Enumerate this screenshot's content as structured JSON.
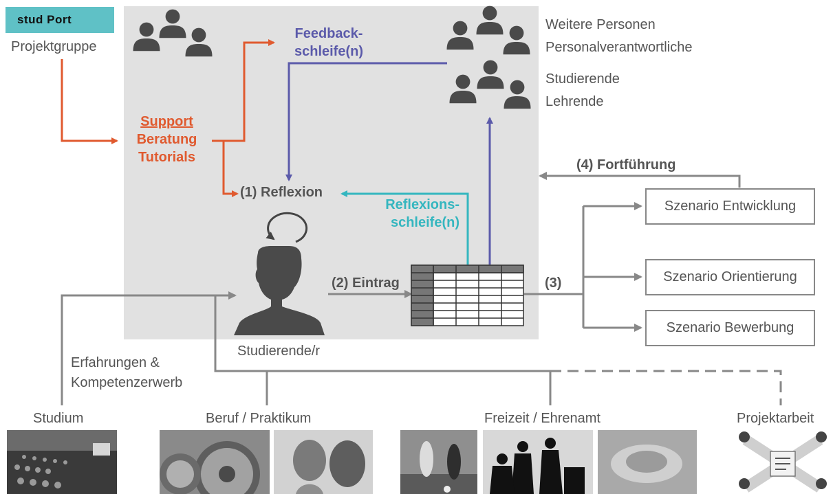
{
  "logo": {
    "text": "stud Port",
    "brand_color": "#5fc1c6"
  },
  "project_group": "Projektgruppe",
  "people_right": {
    "line1": "Weitere Personen",
    "line2": "Personalverantwortliche",
    "line3": "Studierende",
    "line4": "Lehrende"
  },
  "feedback": {
    "line1": "Feedback-",
    "line2": "schleife(n)",
    "color": "#5b5aaa"
  },
  "support": {
    "line1": "Support",
    "line2": "Beratung",
    "line3": "Tutorials",
    "color": "#e05a2f"
  },
  "reflexion": "(1) Reflexion",
  "reflexions_loop": {
    "line1": "Reflexions-",
    "line2": "schleife(n)",
    "color": "#34b6bf"
  },
  "entry": "(2) Eintrag",
  "step3": "(3)",
  "continuation": "(4) Fortführung",
  "student": "Studierende/r",
  "experience": {
    "line1": "Erfahrungen &",
    "line2": "Kompetenzerwerb"
  },
  "scenarios": [
    "Szenario Entwicklung",
    "Szenario Orientierung",
    "Szenario Bewerbung"
  ],
  "bottom": {
    "studium": "Studium",
    "beruf": "Beruf / Praktikum",
    "freizeit": "Freizeit / Ehrenamt",
    "projekt": "Projektarbeit"
  },
  "colors": {
    "panel": "#e1e1e1",
    "arrow_gray": "#888888",
    "person": "#4a4a4a"
  }
}
